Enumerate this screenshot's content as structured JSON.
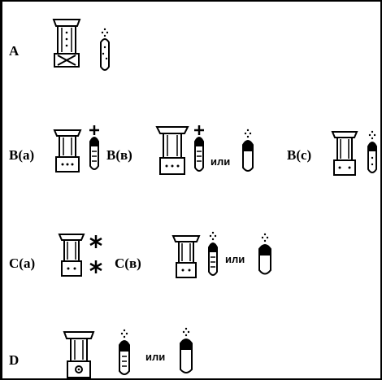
{
  "rows": [
    {
      "id": "A",
      "labels": [
        "A"
      ]
    },
    {
      "id": "B",
      "labels": [
        "B(a)",
        "B(в)",
        "B(c)"
      ],
      "or_text": "или"
    },
    {
      "id": "C",
      "labels": [
        "C(a)",
        "C(в)"
      ],
      "or_text": "или"
    },
    {
      "id": "D",
      "labels": [
        "D"
      ],
      "or_text": "или"
    }
  ],
  "icons": {
    "figure": "column-figure-icon",
    "seed_pod": "seed-pod-icon",
    "star": "star-icon",
    "cross": "cross-icon"
  },
  "colors": {
    "ink": "#000000",
    "paper": "#ffffff"
  }
}
